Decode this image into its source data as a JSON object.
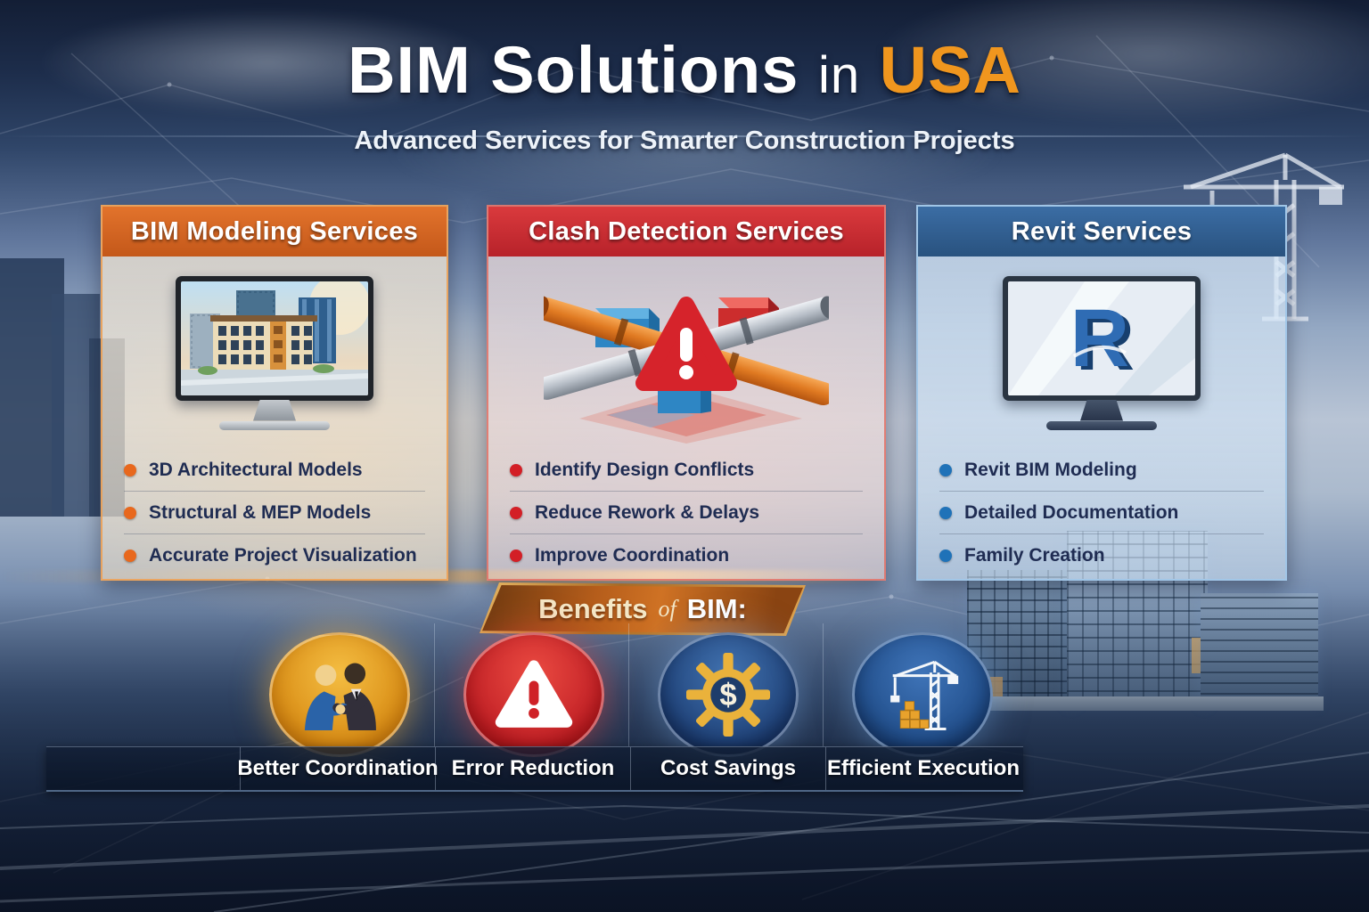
{
  "header": {
    "title_main": "BIM Solutions",
    "title_connector": "in",
    "title_highlight": "USA",
    "title_highlight_color": "#f0961e",
    "subtitle": "Advanced Services for Smarter Construction Projects"
  },
  "cards": [
    {
      "title": "BIM Modeling Services",
      "icon": "monitor-3d-building-icon",
      "accent_color": "#cf5f1e",
      "bullet_color": "#e8681d",
      "bullets": [
        "3D Architectural Models",
        "Structural & MEP Models",
        "Accurate Project Visualization"
      ]
    },
    {
      "title": "Clash Detection Services",
      "icon": "clash-pipes-warning-icon",
      "accent_color": "#c6262c",
      "bullet_color": "#d31f26",
      "bullets": [
        "Identify Design Conflicts",
        "Reduce Rework & Delays",
        "Improve Coordination"
      ]
    },
    {
      "title": "Revit Services",
      "icon": "monitor-revit-r-icon",
      "accent_color": "#2f5f95",
      "bullet_color": "#1f72b8",
      "bullets": [
        "Revit BIM Modeling",
        "Detailed Documentation",
        "Family Creation"
      ]
    }
  ],
  "benefits": {
    "banner": {
      "word1": "Benefits",
      "word2": "of",
      "word3": "BIM:"
    },
    "items": [
      {
        "label": "Better Coordination",
        "icon": "handshake-icon",
        "color": "#e39c1d"
      },
      {
        "label": "Error Reduction",
        "icon": "warning-triangle-icon",
        "color": "#cf2127"
      },
      {
        "label": "Cost Savings",
        "icon": "gear-dollar-icon",
        "color": "#28497f"
      },
      {
        "label": "Efficient Execution",
        "icon": "construction-crane-icon",
        "color": "#2a5b9e"
      }
    ]
  }
}
